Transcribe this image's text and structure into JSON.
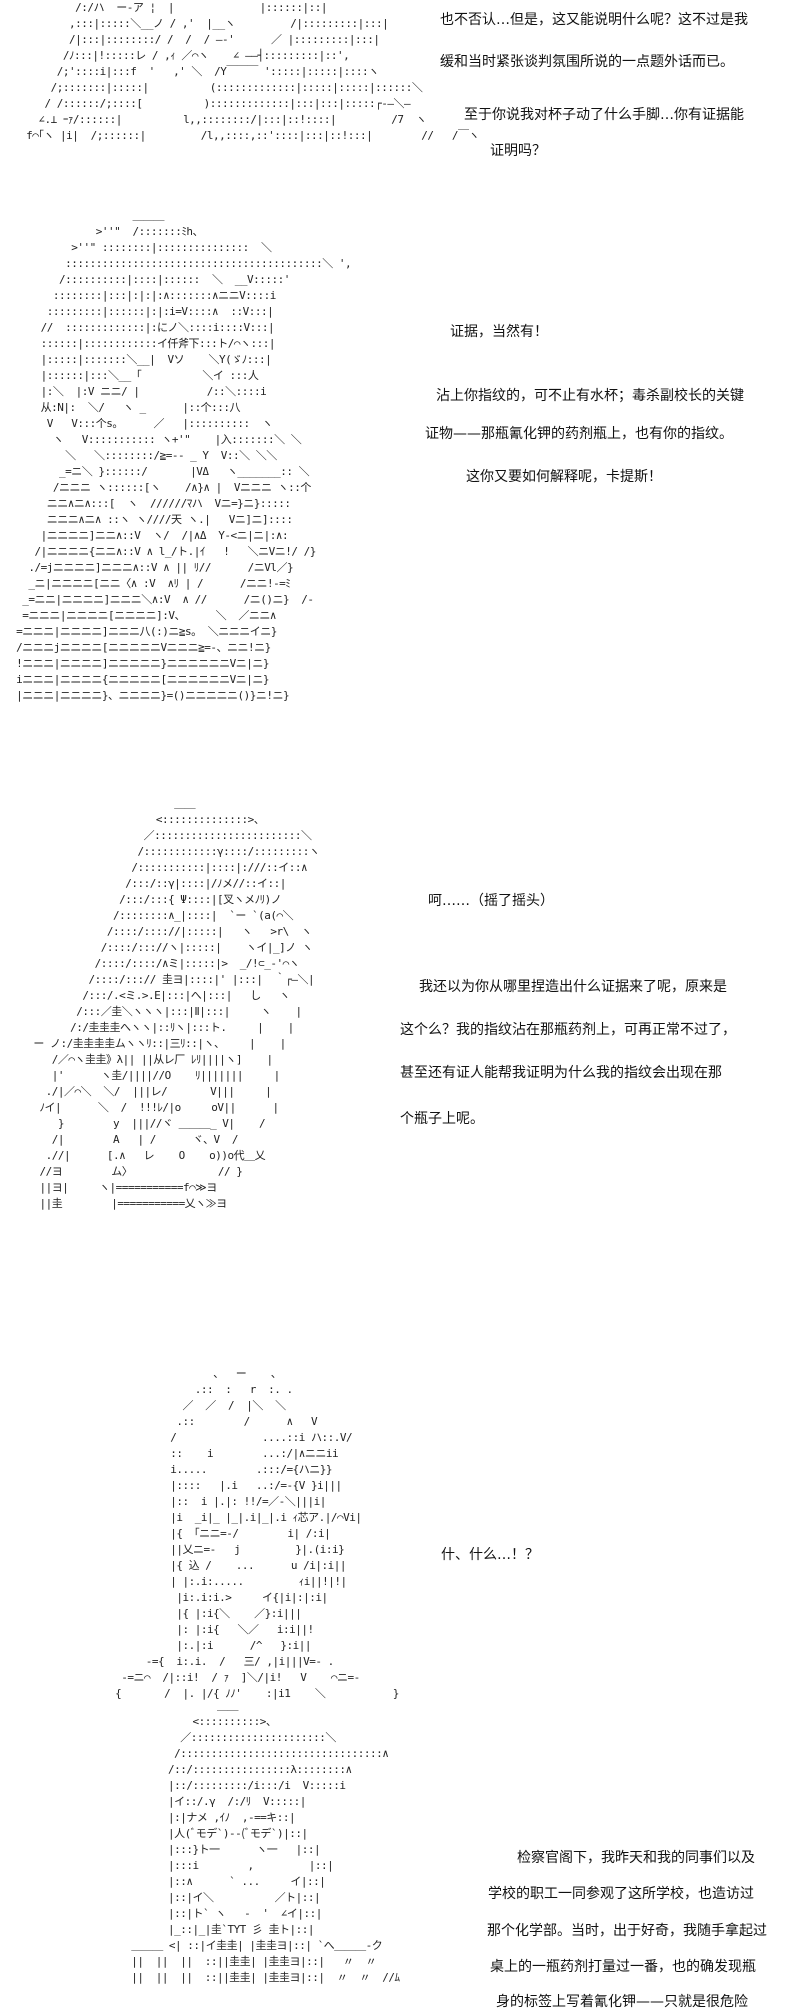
{
  "panels": [
    {
      "art": "         /:/ハ  ー‐ア ¦  |              |::::::|::|\n        ,:::|:::::＼__ノ / ,'  |__ヽ         /|:::::::::|:::|\n        /|:::|::::::::/ /  /  / ―‐'      ／ |:::::::::|:::|\n       /ﾉ:::|!:::::レ / ,ｨ ／⌒ヽ    ∠ ――┤:::::::::|::',\n      /;'::::i|:::f  '   ,' ＼  /Y￣￣￣ ':::::|:::::|::::ヽ\n     /;:::::::|:::::|          (:::::::::::::|:::::|:::::|::::::＼\n    / /::::::/;::::[          ):::::::::::::|:::|:::|:::::┌‐―＼―\n   ∠.⊥ ｰｧ/::::::|          l,,::::::::/|:::|::!::::|         /7  ヽ\n f⌒｢ヽ |i|  /;::::::|         /l,,::::,::'::::|:::|::!:::|        //   /￣ヽ",
      "lines": [
        "也不否认…但是，这又能说明什么呢？这不过是我",
        "缓和当时紧张谈判氛围所说的一点题外话而已。",
        "至于你说我对杯子动了什么手脚…你有证据能",
        "证明吗？"
      ]
    },
    {
      "art": "                    ＿＿＿\n              >''\"  /:::::::ﾐh、\n          >''\" ::::::::|:::::::::::::::  ＼\n         ::::::::::::::::::::::::::::::::::::::::::＼ ',\n        /::::::::::|::::|::::::  ＼  __V:::::'\n       ::::::::|:::|:|:|:∧:::::::∧ニニV::::i\n      :::::::::|::::::|:|:i=V::::∧  ::V:::|\n     //  :::::::::::::|:にノ＼::::i::::V:::|\n     ::::::|::::::::::::イ仟斧下:::ト/⌒ヽ:::|\n     |:::::|:::::::＼__|  Vソ    ＼Y(ゞﾉ:::|\n     |::::::|:::＼__「          ＼イ :::人\n     |:＼  |:V ニニ/ |           /::＼::::i\n     从:N|:  ＼/   ヽ _      |::个:::八\n      V   V:::个s。     ／   |::::::::::  ヽ\n       ヽ   V::::::::::: ヽ+'\"    |入:::::::＼ ＼\n         ＼   ＼::::::::/≧=‐‐ _ Y  V::＼ ＼＼\n        _=ニ＼ }::::::/       |VΔ   ヽ_______:: ＼\n       /ニニニ ヽ::::::[ヽ    /∧}∧ |  Vニニニ ヽ::个\n      ニニ∧ニ∧:::[  ヽ  //////ﾏハ  Vニ=}ニ}:::::\n      ニニニ∧ニ∧ ::ヽ ヽ////天 ヽ.|   Vニ]ニ]::::\n     |ニニニニ]ニニ∧::V  ヽ/  /|∧Δ  Y‐<ニ|ニ|:∧:\n    /|ニニニニ{ニニ∧::V ∧ l_/ト.|ｲ   !   ＼ニVニ!/ /}\n   ./=jニニニニ]ニニニ∧::V ∧ || ﾘ//      /ニVl／}\n   _ニ|ニニニニ[ニニ〈∧ :V  ∧ﾘ | /      /ニニ!‐=ﾐ\n  _=ニニ|ニニニニ]ニニニ＼∧:V  ∧ //      /ニ()ニ}  /‐\n  =ニニニ|ニニニニ[ニニニニ]:V、     ＼  ／ニニ∧\n =ニニニ|ニニニニ]ニニニ八(:)ニ≧s。 ＼ニニニイニ}\n /ニニニjニニニニ[ニニニニニVニニニ≧=‐、ニニ!ニ}\n !ニニニ|ニニニニ]ニニニニニ}ニニニニニニVニ|ニ}\n iニニニ|ニニニニ{ニニニニニ[ニニニニニニVニ|ニ}\n |ニニニ|ニニニニ}、ニニニニ}=()ニニニニニ()}ニ!ニ}",
      "lines": [
        "证据，当然有！",
        "沾上你指纹的，可不止有水杯；毒杀副校长的关键",
        "证物——那瓶氰化钾的药剂瓶上，也有你的指纹。",
        "这你又要如何解释呢，卡提斯！"
      ]
    },
    {
      "art": "                          ＿＿\n                       <::::::::::::::>、\n                     ／::::::::::::::::::::::::＼\n                    /::::::::::::γ::::/:::::::::ヽ\n                   /:::::::::::|::::|:///::イ::∧\n                  /:::/::γ|::::|/ﾉメ//::イ::|\n                 /:::/:::{ Ψ::::|[叉ヽメﾉﾘ)ノ\n                /::::::::∧_|::::|  `ー `(a(⌒＼\n               /::::/:::://|:::::|   ヽ   >r\\  ヽ\n              /::::/::://ヽ|:::::|    ヽイ|_]ノ ヽ\n             /::::/::::/∧ミ|:::::|>  _/!⊂_-'⌒ヽ\n            /::::/:::// 圭ヨ|::::|' |:::|  ｀┌―＼|\n           /:::/.<ミ.>.E|:::|へ|:::|   し   ヽ\n          /:::／圭＼ヽヽヽ|:::|Ⅱ|:::|     ヽ    |\n         /:/圭圭圭へヽヽ|::ﾘヽ|:::ト.     |    |\n   ー ノ:/圭圭圭圭ムヽヽﾘ::|三ﾘ::|ヽ、    |    |\n      /／⌒ヽ圭圭》λ|| ||从レ厂 ﾚﾘ||||ヽ]    |\n      |'      ヽ圭/||||//O    ﾘ|||||||     |\n     ./|／⌒＼  ＼/  |||レ/       V|||     |\n    ﾉイ|      ＼  /  !!!ﾚ/|o     oV||      |\n       }        y  |||//ヾ ＿＿＿_ V|    /\n      /|        A   | /      ヾ、V  /\n     .//|      [.∧   レ    O    o))o代＿乂\n    //ヨ        ム〉              // }\n    ||ヨ|     ヽ|===========f⌒≫ヨ\n    ||圭        |===========乂ヽ≫ヨ",
      "lines": [
        "呵……（摇了摇头）",
        "我还以为你从哪里捏造出什么证据来了呢，原来是",
        "这个么？我的指纹沾在那瓶药剂上，可再正常不过了，",
        "甚至还有证人能帮我证明为什么我的指纹会出现在那",
        "个瓶子上呢。"
      ]
    },
    {
      "art": "                         、  ー    、\n                      .::  :   r  :. .\n                    ／  ／  /  |＼  ＼\n                   .::        /      ∧   V\n                  /              ....::i ハ::.V/\n                  ::    i        ...:/|∧ニニii\n                  i.....        .:::/={ハニ}}\n                  |::::   |.i   ..:/=-{V }i|||\n                  |::  i |.|: !!/=／‐＼|||i|\n                  |i  _i|_ |_|.i|_|.i ｨ芯ア.|/⌒Vi|\n                  |{ 「ニニ=-/        i| /:i|\n                  ||乂ニ=-   j         }|.(i:i}\n                  |{ 込 /    ...      u /i|:i||\n                  | |:.i:.....         ｨi||!|!|\n                   |i:.i:i.>     イ{|i|:|:i|\n                   |{ |:i{＼    ／}:i|||\n                   |: |:i{   ＼／   i:i||!\n                   |:.|:i      /^   }:i||\n              -={  i:.i.  /   三/ ,|i|||V=- .\n          -=ニ⌒  /|::i!  / ｧ  ]＼/|i!   V    ⌒ニ=-\n         {       /  |. |/{ ﾉﾉ'    :|i1    ＼           }",
      "lines": [
        "什、什么…！？"
      ]
    },
    {
      "art": "                        ＿＿\n                    <::::::::::>、\n                  ／::::::::::::::::::::::＼\n                 /:::::::::::::::::::::::::::::::::∧\n                /::/::::::::::::::::λ::::::::∧\n                |::/:::::::::/i:::/i  V:::::i\n                |イ::/.γ  /:/ﾘ  V:::::|\n                |:|ナメ ,ｲﾉ  ,-==キ::|\n                |人(ﾞモデ`)--(ﾞモデ`)|::|\n                |:::}ト一      ヽ一   |::|\n                |:::i        ,         |::|\n                |::∧      ` ...     イ|::|\n                |::|イ＼          ／ト|::|\n                |::|ト` ヽ   -  '  ∠イ|::|\n                |_::|_|圭`TYT 彡 圭ト|::|\n          ＿＿＿ <| ::|イ圭圭| |圭圭ヨ|::| `へ＿＿＿‐ク\n          ||  ||  ||  ::||圭圭| |圭圭ヨ|::|   〃  〃\n          ||  ||  ||  ::||圭圭| |圭圭ヨ|::|  〃  〃  //ﾑ",
      "lines": [
        "检察官阁下，我昨天和我的同事们以及",
        "学校的职工一同参观了这所学校，也造访过",
        "那个化学部。当时，出于好奇，我随手拿起过",
        "桌上的一瓶药剂打量过一番，也的确发现瓶",
        "身的标签上写着氰化钾——只就是很危险"
      ]
    }
  ]
}
